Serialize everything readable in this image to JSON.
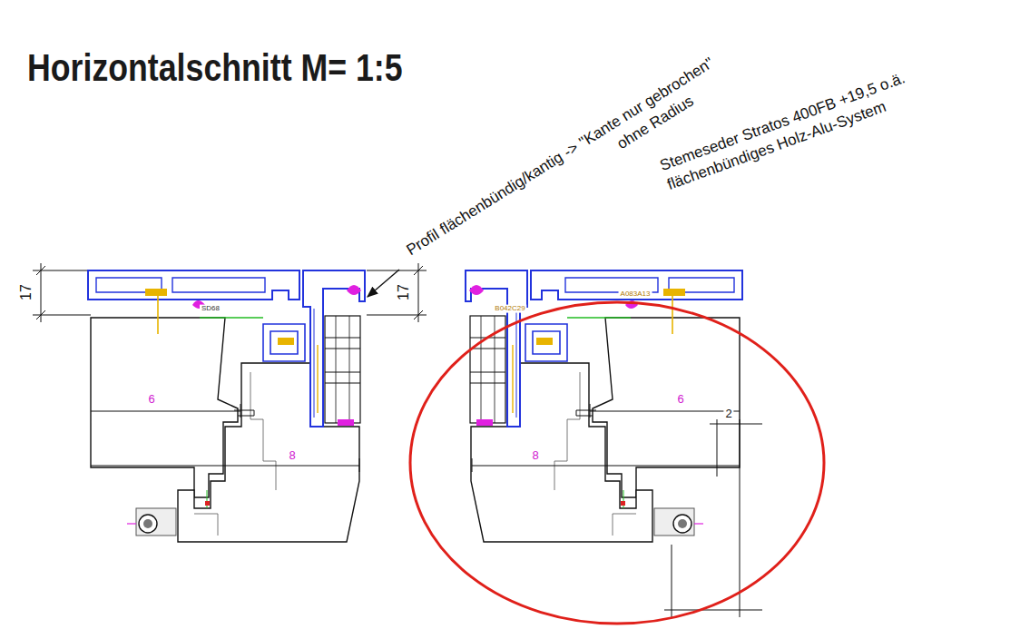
{
  "diagram": {
    "title": "Horizontalschnitt M= 1:5",
    "labels": [
      "Profil flächenbündig/kantig -> \"Kante nur gebrochen\"",
      "ohne Radius",
      "Stemeseder Stratos 400FB +19,5 o.ä.",
      "flächenbündiges Holz-Alu-System",
      "17",
      "17",
      "6",
      "8",
      "6",
      "8",
      "2",
      "SD68",
      "B042C29",
      "A083A13"
    ]
  }
}
